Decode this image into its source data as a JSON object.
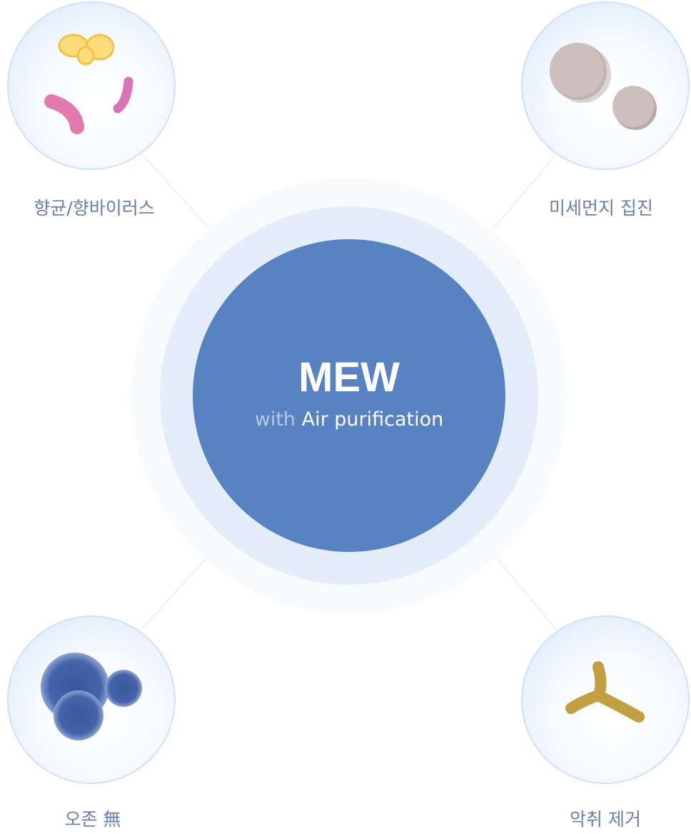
{
  "center": {
    "title": "MEW",
    "subtitle_prefix": "with",
    "subtitle_main": "Air purification"
  },
  "features": [
    {
      "label": "향균/향바이러스",
      "icon": "bacteria-icon"
    },
    {
      "label": "미세먼지 집진",
      "icon": "dust-icon"
    },
    {
      "label": "오존 無",
      "icon": "ozone-icon"
    },
    {
      "label": "악취 제거",
      "icon": "odor-icon"
    }
  ],
  "colors": {
    "center": "#5882c1",
    "ring": "#e4eefb",
    "label": "#6b7fa6"
  }
}
